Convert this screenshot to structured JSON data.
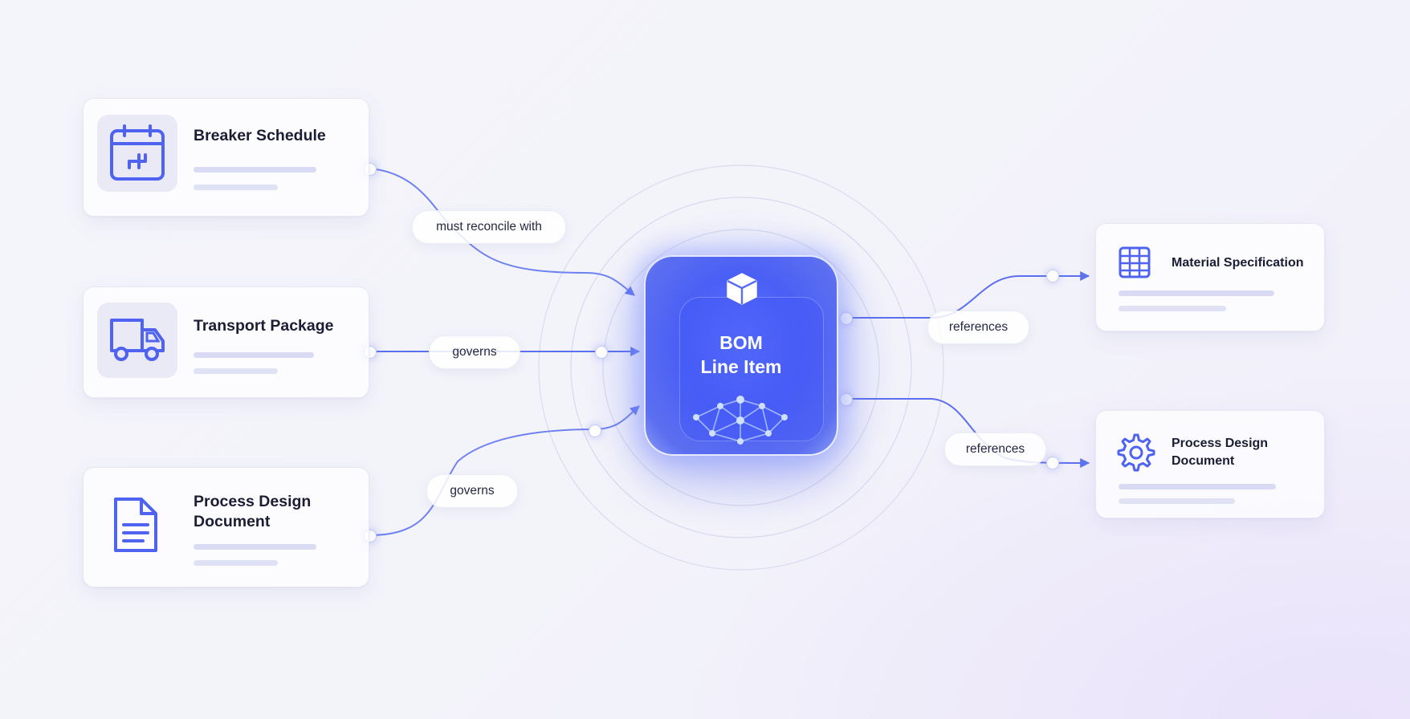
{
  "diagram": {
    "center": {
      "line1": "BOM",
      "line2": "Line Item"
    },
    "nodes": [
      {
        "id": "breaker",
        "title": "Breaker Schedule",
        "icon": "calendar-icon"
      },
      {
        "id": "transport",
        "title": "Transport Package",
        "icon": "truck-icon"
      },
      {
        "id": "pdd_left",
        "title_line1": "Process Design",
        "title_line2": "Document",
        "icon": "document-icon"
      },
      {
        "id": "material",
        "title": "Material Specification",
        "icon": "table-icon"
      },
      {
        "id": "pdd_right",
        "title_line1": "Process Design",
        "title_line2": "Document",
        "icon": "gear-icon"
      }
    ],
    "edges": [
      {
        "from": "breaker",
        "to": "center",
        "label": "must reconcile with"
      },
      {
        "from": "transport",
        "to": "center",
        "label": "governs"
      },
      {
        "from": "pdd_left",
        "to": "center",
        "label": "governs"
      },
      {
        "from": "center",
        "to": "material",
        "label": "references"
      },
      {
        "from": "center",
        "to": "pdd_right",
        "label": "references"
      }
    ],
    "colors": {
      "accent": "#4f63f0",
      "link": "#6f82f2",
      "title": "#1a1d33"
    }
  }
}
